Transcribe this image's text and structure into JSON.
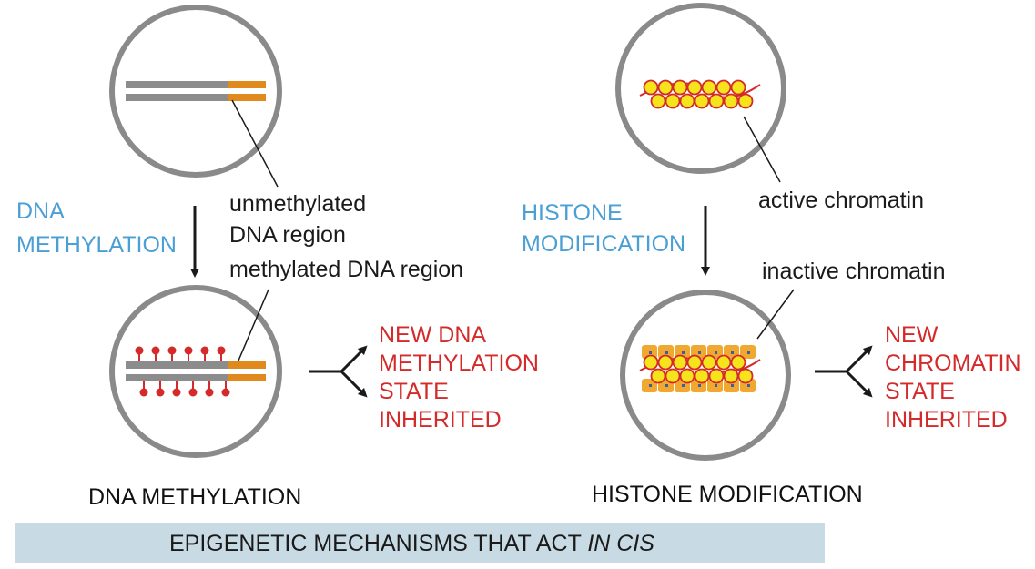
{
  "dna_panel": {
    "process_label_line1": "DNA",
    "process_label_line2": "METHYLATION",
    "top_label_line1": "unmethylated",
    "top_label_line2": "DNA region",
    "bottom_label": "methylated DNA region",
    "outcome_line1": "NEW DNA",
    "outcome_line2": "METHYLATION",
    "outcome_line3": "STATE",
    "outcome_line4": "INHERITED",
    "caption": "DNA METHYLATION"
  },
  "histone_panel": {
    "process_label_line1": "HISTONE",
    "process_label_line2": "MODIFICATION",
    "top_label": "active chromatin",
    "bottom_label": "inactive chromatin",
    "outcome_line1": "NEW",
    "outcome_line2": "CHROMATIN",
    "outcome_line3": "STATE",
    "outcome_line4": "INHERITED",
    "caption": "HISTONE MODIFICATION"
  },
  "banner": {
    "text_main": "EPIGENETIC MECHANISMS THAT ACT ",
    "text_italic": "IN CIS"
  },
  "colors": {
    "circle": "#8a8a8a",
    "dna_gray": "#8c8c8c",
    "dna_orange": "#e08a1e",
    "methyl": "#d42a2a",
    "nucleosome": "#f5e41c",
    "chromatin_line": "#d42a2a",
    "histone_mark": "#f0a830",
    "label_blue": "#4a9fd4",
    "label_red": "#d42a2a",
    "banner_bg": "#c8dbe5"
  }
}
